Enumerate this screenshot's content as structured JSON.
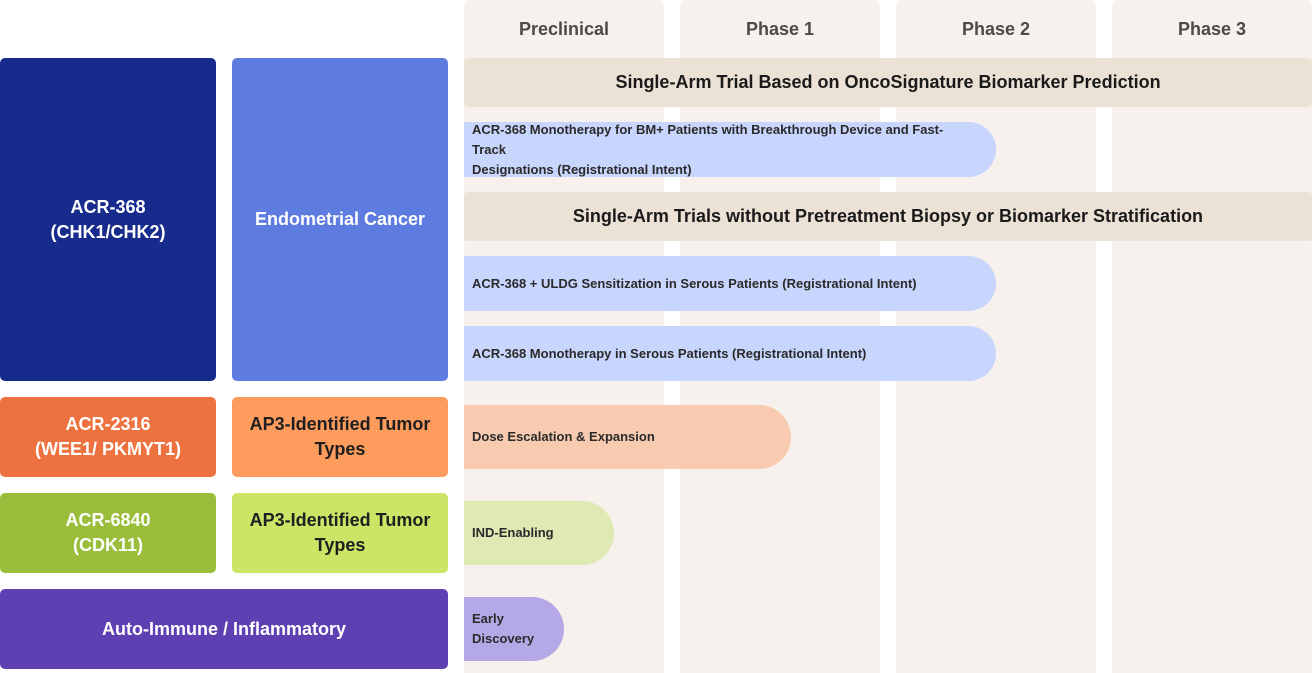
{
  "phases": [
    "Preclinical",
    "Phase 1",
    "Phase 2",
    "Phase 3"
  ],
  "programs": {
    "acr368": {
      "line1": "ACR-368",
      "line2": "(CHK1/CHK2)",
      "indication": "Endometrial Cancer"
    },
    "acr2316": {
      "line1": "ACR-2316",
      "line2": "(WEE1/ PKMYT1)",
      "indication_line1": "AP3-Identified Tumor",
      "indication_line2": "Types"
    },
    "acr6840": {
      "line1": "ACR-6840",
      "line2": "(CDK11)",
      "indication_line1": "AP3-Identified Tumor",
      "indication_line2": "Types"
    },
    "autoimmune": {
      "label": "Auto-Immune / Inflammatory"
    }
  },
  "banners": [
    "Single-Arm Trial Based on OncoSignature Biomarker Prediction",
    "Single-Arm Trials without Pretreatment Biopsy or Biomarker Stratification"
  ],
  "bars": {
    "bm_mono": {
      "line1": "ACR-368 Monotherapy for BM+ Patients with Breakthrough Device and Fast-Track",
      "line2": "Designations (Registrational Intent)"
    },
    "uldg": "ACR-368 + ULDG Sensitization in Serous Patients (Registrational Intent)",
    "serous_mono": "ACR-368 Monotherapy in Serous Patients (Registrational Intent)",
    "dose_escalation": "Dose Escalation & Expansion",
    "ind_enabling": "IND-Enabling",
    "early_discovery": {
      "line1": "Early",
      "line2": "Discovery"
    }
  },
  "colors": {
    "acr368_program": "#172b8c",
    "acr368_indication": "#5e7bdf",
    "acr2316_program": "#ee723f",
    "acr2316_indication": "#fd9c5d",
    "acr6840_program": "#9abe3b",
    "acr6840_indication": "#cbe567",
    "autoimmune": "#5f40b3",
    "bar_blue": "#c8d5fd",
    "bar_orange": "#f8cbb0",
    "bar_green": "#dee9b4",
    "bar_purple": "#b5a8e7",
    "banner": "#ebe1d5",
    "column_bg": "#f6f1ec"
  }
}
